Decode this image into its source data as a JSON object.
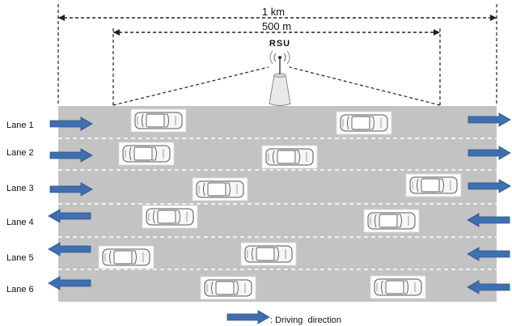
{
  "dimensions": {
    "outer_label": "1 km",
    "inner_label": "500 m"
  },
  "rsu": {
    "label": "RSU",
    "icon": "antenna-tower-icon"
  },
  "lanes": [
    {
      "label": "Lane 1",
      "direction": "right",
      "vehicles": 2
    },
    {
      "label": "Lane 2",
      "direction": "right",
      "vehicles": 2
    },
    {
      "label": "Lane 3",
      "direction": "right",
      "vehicles": 2
    },
    {
      "label": "Lane 4",
      "direction": "left",
      "vehicles": 2
    },
    {
      "label": "Lane 5",
      "direction": "left",
      "vehicles": 2
    },
    {
      "label": "Lane 6",
      "direction": "left",
      "vehicles": 2
    }
  ],
  "legend": {
    "label": ": Driving  direction",
    "icon": "arrow-right-icon"
  },
  "colors": {
    "road": "#c3c3c3",
    "lane_divider": "#ffffff",
    "arrow_fill": "#3f6fb0",
    "arrow_stroke": "#2d558c"
  }
}
